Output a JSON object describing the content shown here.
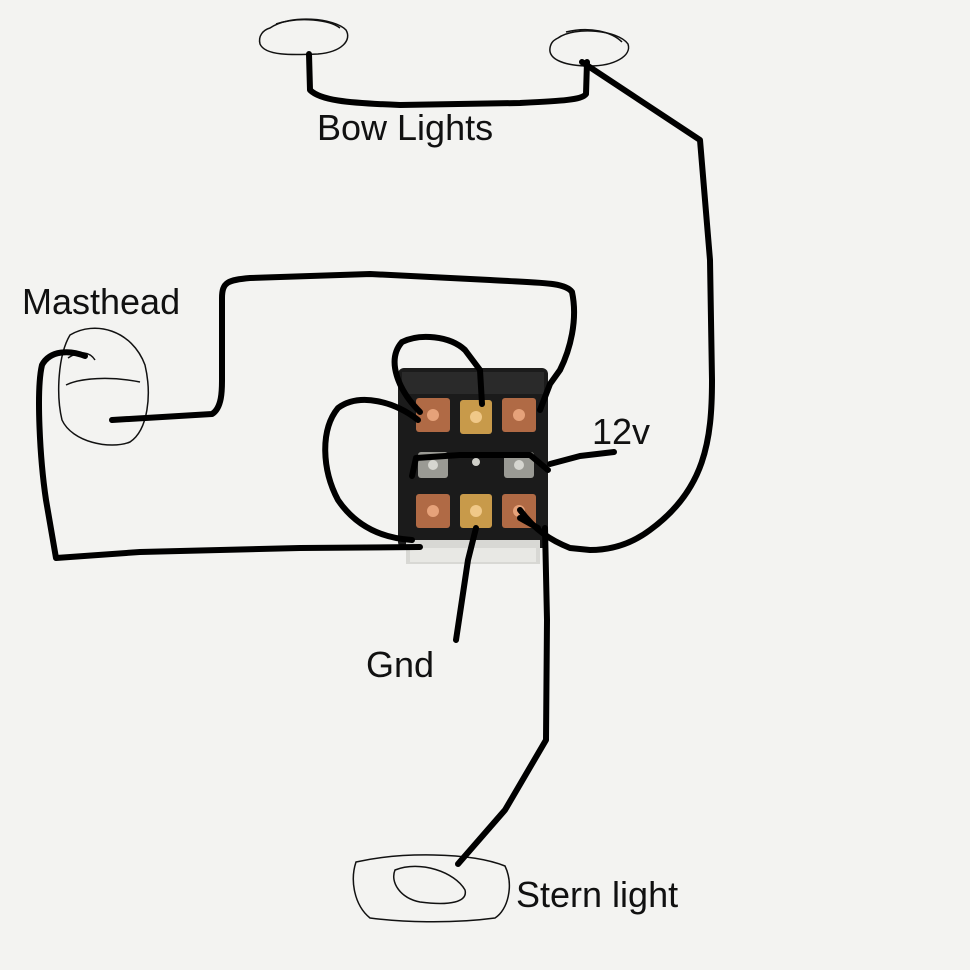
{
  "labels": {
    "bow": "Bow Lights",
    "masthead": "Masthead",
    "power": "12v",
    "ground": "Gnd",
    "stern": "Stern light"
  },
  "colors": {
    "background": "#f3f3f1",
    "wire": "#000000",
    "switch_body": "#1b1b1b",
    "terminal_copper": "#b06a45",
    "terminal_brass": "#c89a4a",
    "terminal_silver": "#9a9a94"
  }
}
